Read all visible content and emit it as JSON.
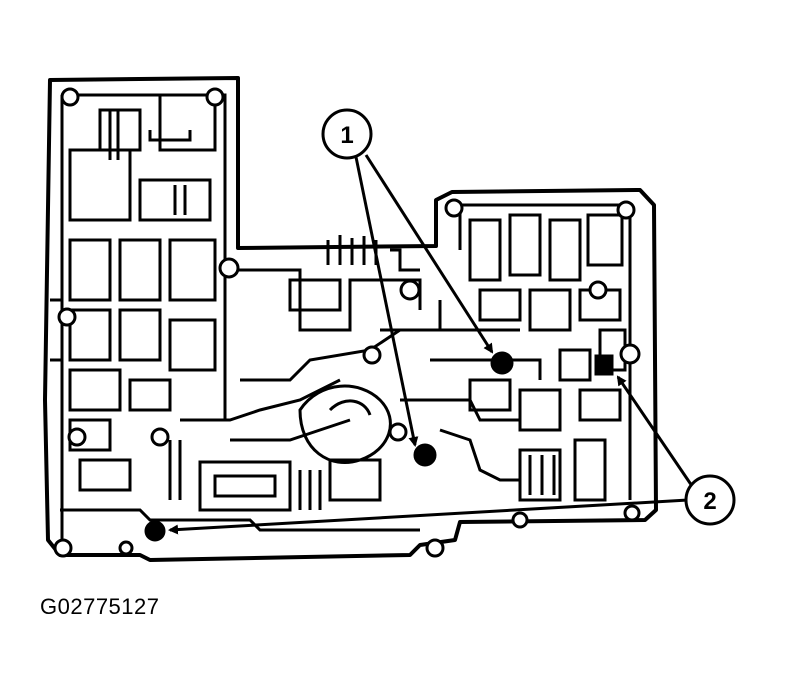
{
  "diagram": {
    "callouts": [
      {
        "label": "1",
        "target": "check-ball-pair-upper"
      },
      {
        "label": "2",
        "target": "check-ball-pair-lower"
      }
    ],
    "stroke_color": "#000000",
    "fill_color": "#ffffff",
    "marker_color": "#000000"
  },
  "figure_code": "G02775127"
}
